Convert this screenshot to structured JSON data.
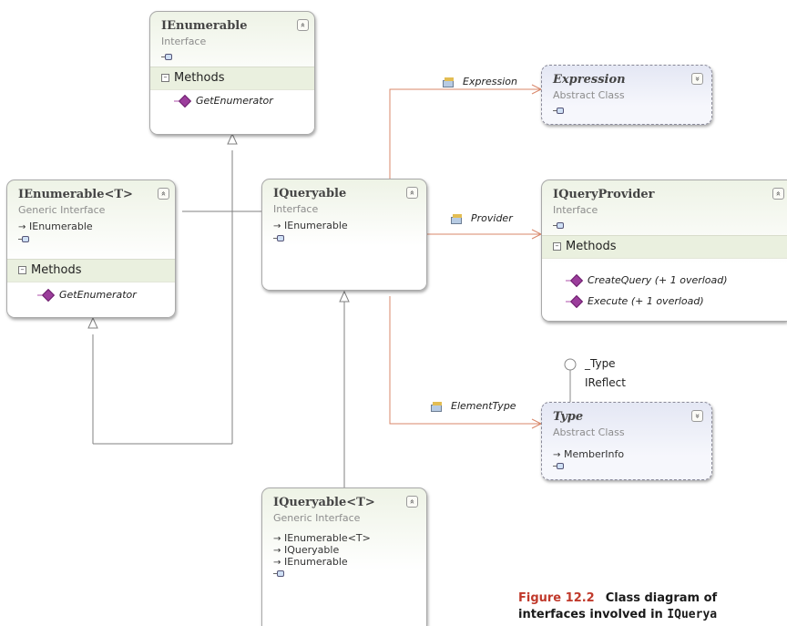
{
  "boxes": {
    "ienumerable": {
      "name": "IEnumerable",
      "kind": "Interface",
      "section": "Methods",
      "methods": [
        "GetEnumerator"
      ]
    },
    "ienumerable_t": {
      "name": "IEnumerable<T>",
      "kind": "Generic Interface",
      "inherits": [
        "IEnumerable"
      ],
      "section": "Methods",
      "methods": [
        "GetEnumerator"
      ]
    },
    "iqueryable": {
      "name": "IQueryable",
      "kind": "Interface",
      "inherits": [
        "IEnumerable"
      ]
    },
    "expression": {
      "name": "Expression",
      "kind": "Abstract Class"
    },
    "iqueryprovider": {
      "name": "IQueryProvider",
      "kind": "Interface",
      "section": "Methods",
      "methods": [
        "CreateQuery (+ 1 overload)",
        "Execute (+ 1 overload)"
      ]
    },
    "type": {
      "name": "Type",
      "kind": "Abstract Class",
      "inherits": [
        "MemberInfo"
      ]
    },
    "iqueryable_t": {
      "name": "IQueryable<T>",
      "kind": "Generic Interface",
      "inherits": [
        "IEnumerable<T>",
        "IQueryable",
        "IEnumerable"
      ]
    }
  },
  "associations": {
    "expression": "Expression",
    "provider": "Provider",
    "element_type": "ElementType"
  },
  "lollipop": {
    "line1": "_Type",
    "line2": "IReflect"
  },
  "collapse_glyph": "»",
  "caption": {
    "figure": "Figure 12.2",
    "text": "Class diagram of",
    "line2_pre": "interfaces involved in ",
    "line2_code": "IQuerya"
  },
  "colors": {
    "association_line": "#d9876a",
    "inheritance_line": "#808080"
  }
}
